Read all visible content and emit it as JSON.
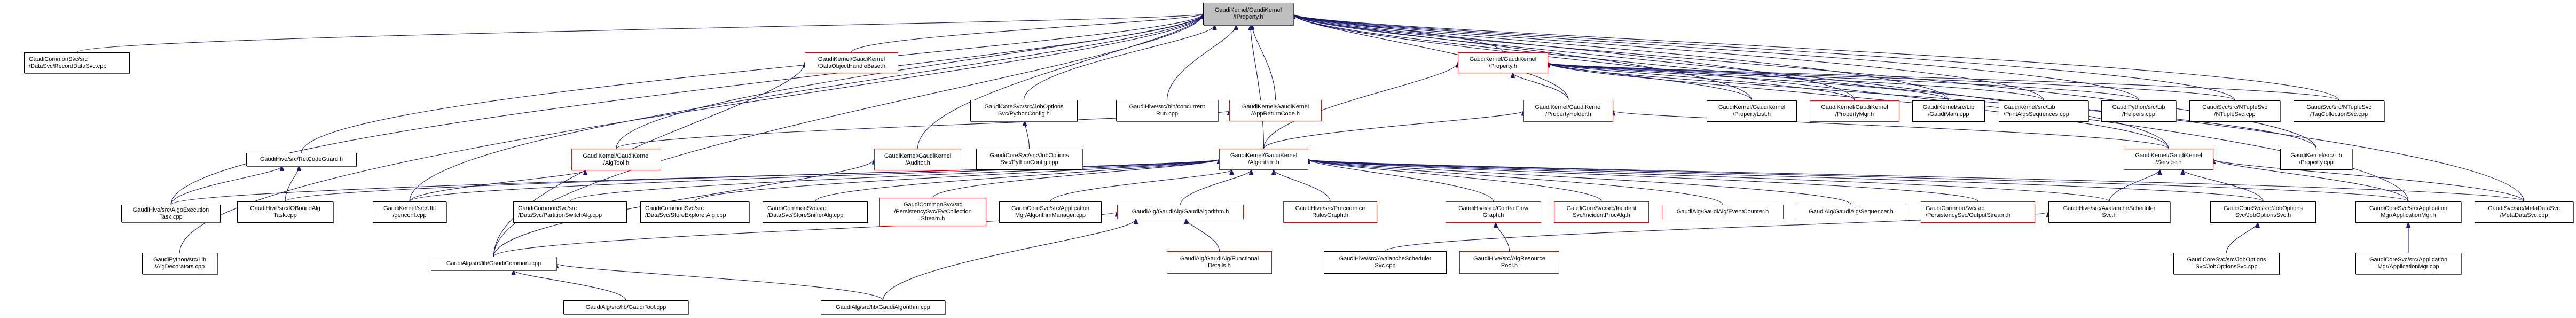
{
  "diagram": {
    "title": "GaudiKernel/GaudiKernel/IProperty.h include dependency graph",
    "edge_color": "#191970",
    "legend": {
      "root_fill": "#bfbfbf",
      "truncated_border": "#ff0000",
      "normal_border": "#000000"
    },
    "nodes": [
      {
        "id": "iproperty_h",
        "label": "GaudiKernel/GaudiKernel\n/IProperty.h",
        "kind": "root"
      },
      {
        "id": "recorddatasvc_cpp",
        "label": "GaudiCommonSvc/src\n/DataSvc/RecordDataSvc.cpp",
        "kind": "normal"
      },
      {
        "id": "dataobjecthandlebase_h",
        "label": "GaudiKernel/GaudiKernel\n/DataObjectHandleBase.h",
        "kind": "red"
      },
      {
        "id": "property_h",
        "label": "GaudiKernel/GaudiKernel\n/Property.h",
        "kind": "red"
      },
      {
        "id": "pythonconfig_h",
        "label": "GaudiCoreSvc/src/JobOptions\nSvc/PythonConfig.h",
        "kind": "normal"
      },
      {
        "id": "concurrentrun_cpp",
        "label": "GaudiHive/src/bin/concurrent\nRun.cpp",
        "kind": "normal"
      },
      {
        "id": "appreturncode_h",
        "label": "GaudiKernel/GaudiKernel\n/AppReturnCode.h",
        "kind": "red"
      },
      {
        "id": "propertyholder_h",
        "label": "GaudiKernel/GaudiKernel\n/PropertyHolder.h",
        "kind": "red"
      },
      {
        "id": "propertylist_h",
        "label": "GaudiKernel/GaudiKernel\n/PropertyList.h",
        "kind": "normal"
      },
      {
        "id": "propertymgr_h",
        "label": "GaudiKernel/GaudiKernel\n/PropertyMgr.h",
        "kind": "red"
      },
      {
        "id": "gaudimain_cpp",
        "label": "GaudiKernel/src/Lib\n/GaudiMain.cpp",
        "kind": "normal"
      },
      {
        "id": "printalgssequences_cpp",
        "label": "GaudiKernel/src/Lib\n/PrintAlgsSequences.cpp",
        "kind": "normal"
      },
      {
        "id": "helpers_cpp",
        "label": "GaudiPython/src/Lib\n/Helpers.cpp",
        "kind": "normal"
      },
      {
        "id": "ntuplesvc_cpp",
        "label": "GaudiSvc/src/NTupleSvc\n/NTupleSvc.cpp",
        "kind": "normal"
      },
      {
        "id": "tagcollectionsvc_cpp",
        "label": "GaudiSvc/src/NTupleSvc\n/TagCollectionSvc.cpp",
        "kind": "normal"
      },
      {
        "id": "retcodeguard_h",
        "label": "GaudiHive/src/RetCodeGuard.h",
        "kind": "normal"
      },
      {
        "id": "algtool_h",
        "label": "GaudiKernel/GaudiKernel\n/AlgTool.h",
        "kind": "red"
      },
      {
        "id": "auditor_h",
        "label": "GaudiKernel/GaudiKernel\n/Auditor.h",
        "kind": "red"
      },
      {
        "id": "pythonconfig_cpp",
        "label": "GaudiCoreSvc/src/JobOptions\nSvc/PythonConfig.cpp",
        "kind": "normal"
      },
      {
        "id": "algorithm_h",
        "label": "GaudiKernel/GaudiKernel\n/Algorithm.h",
        "kind": "red"
      },
      {
        "id": "service_h",
        "label": "GaudiKernel/GaudiKernel\n/Service.h",
        "kind": "red"
      },
      {
        "id": "property_cpp",
        "label": "GaudiKernel/src/Lib\n/Property.cpp",
        "kind": "normal"
      },
      {
        "id": "algoexecutiontask_cpp",
        "label": "GaudiHive/src/AlgoExecution\nTask.cpp",
        "kind": "normal"
      },
      {
        "id": "ioboundalgtask_cpp",
        "label": "GaudiHive/src/IOBoundAlg\nTask.cpp",
        "kind": "normal"
      },
      {
        "id": "genconf_cpp",
        "label": "GaudiKernel/src/Util\n/genconf.cpp",
        "kind": "normal"
      },
      {
        "id": "partitionswitchalg_cpp",
        "label": "GaudiCommonSvc/src\n/DataSvc/PartitionSwitchAlg.cpp",
        "kind": "normal"
      },
      {
        "id": "storeexploreralg_cpp",
        "label": "GaudiCommonSvc/src\n/DataSvc/StoreExplorerAlg.cpp",
        "kind": "normal"
      },
      {
        "id": "storesnifferalg_cpp",
        "label": "GaudiCommonSvc/src\n/DataSvc/StoreSnifferAlg.cpp",
        "kind": "normal"
      },
      {
        "id": "evtcollectionstream_h",
        "label": "GaudiCommonSvc/src\n/PersistencySvc/EvtCollection\nStream.h",
        "kind": "red"
      },
      {
        "id": "algorithmmanager_cpp",
        "label": "GaudiCoreSvc/src/Application\nMgr/AlgorithmManager.cpp",
        "kind": "normal"
      },
      {
        "id": "gaudialgorithm_h",
        "label": "GaudiAlg/GaudiAlg/GaudiAlgorithm.h",
        "kind": "red"
      },
      {
        "id": "precedencerulesgraph_h",
        "label": "GaudiHive/src/Precedence\nRulesGraph.h",
        "kind": "red"
      },
      {
        "id": "controlflowgraph_h",
        "label": "GaudiHive/src/ControlFlow\nGraph.h",
        "kind": "red"
      },
      {
        "id": "incidentprocalg_h",
        "label": "GaudiCoreSvc/src/Incident\nSvc/IncidentProcAlg.h",
        "kind": "red"
      },
      {
        "id": "eventcounter_h",
        "label": "GaudiAlg/GaudiAlg/EventCounter.h",
        "kind": "red"
      },
      {
        "id": "sequencer_h",
        "label": "GaudiAlg/GaudiAlg/Sequencer.h",
        "kind": "red"
      },
      {
        "id": "outputstream_h",
        "label": "GaudiCommonSvc/src\n/PersistencySvc/OutputStream.h",
        "kind": "red"
      },
      {
        "id": "avalanchescheduler_h",
        "label": "GaudiHive/src/AvalancheScheduler\nSvc.h",
        "kind": "normal"
      },
      {
        "id": "joboptionssvc_h",
        "label": "GaudiCoreSvc/src/JobOptions\nSvc/JobOptionsSvc.h",
        "kind": "normal"
      },
      {
        "id": "applicationmgr_h",
        "label": "GaudiCoreSvc/src/Application\nMgr/ApplicationMgr.h",
        "kind": "normal"
      },
      {
        "id": "metadatasvc_cpp",
        "label": "GaudiSvc/src/MetaDataSvc\n/MetaDataSvc.cpp",
        "kind": "normal"
      },
      {
        "id": "algdecorators_cpp",
        "label": "GaudiPython/src/Lib\n/AlgDecorators.cpp",
        "kind": "normal"
      },
      {
        "id": "gaudicommon_icpp",
        "label": "GaudiAlg/src/lib/GaudiCommon.icpp",
        "kind": "normal"
      },
      {
        "id": "functionaldetails_h",
        "label": "GaudiAlg/GaudiAlg/Functional\nDetails.h",
        "kind": "red"
      },
      {
        "id": "avalanchescheduler_cpp",
        "label": "GaudiHive/src/AvalancheScheduler\nSvc.cpp",
        "kind": "normal"
      },
      {
        "id": "algresourcepool_h",
        "label": "GaudiHive/src/AlgResource\nPool.h",
        "kind": "red"
      },
      {
        "id": "joboptionssvc_cpp",
        "label": "GaudiCoreSvc/src/JobOptions\nSvc/JobOptionsSvc.cpp",
        "kind": "normal"
      },
      {
        "id": "applicationmgr_cpp",
        "label": "GaudiCoreSvc/src/Application\nMgr/ApplicationMgr.cpp",
        "kind": "normal"
      },
      {
        "id": "gauditool_cpp",
        "label": "GaudiAlg/src/lib/GaudiTool.cpp",
        "kind": "normal"
      },
      {
        "id": "gaudialgorithm_cpp",
        "label": "GaudiAlg/src/lib/GaudiAlgorithm.cpp",
        "kind": "normal"
      }
    ],
    "edges": [
      [
        "recorddatasvc_cpp",
        "iproperty_h"
      ],
      [
        "dataobjecthandlebase_h",
        "iproperty_h"
      ],
      [
        "property_h",
        "iproperty_h"
      ],
      [
        "pythonconfig_h",
        "iproperty_h"
      ],
      [
        "concurrentrun_cpp",
        "iproperty_h"
      ],
      [
        "appreturncode_h",
        "iproperty_h"
      ],
      [
        "propertyholder_h",
        "iproperty_h"
      ],
      [
        "propertylist_h",
        "iproperty_h"
      ],
      [
        "propertymgr_h",
        "iproperty_h"
      ],
      [
        "gaudimain_cpp",
        "iproperty_h"
      ],
      [
        "printalgssequences_cpp",
        "iproperty_h"
      ],
      [
        "helpers_cpp",
        "iproperty_h"
      ],
      [
        "ntuplesvc_cpp",
        "iproperty_h"
      ],
      [
        "tagcollectionsvc_cpp",
        "iproperty_h"
      ],
      [
        "retcodeguard_h",
        "iproperty_h"
      ],
      [
        "algtool_h",
        "iproperty_h"
      ],
      [
        "auditor_h",
        "iproperty_h"
      ],
      [
        "algorithm_h",
        "iproperty_h"
      ],
      [
        "service_h",
        "iproperty_h"
      ],
      [
        "property_cpp",
        "iproperty_h"
      ],
      [
        "algoexecutiontask_cpp",
        "iproperty_h"
      ],
      [
        "genconf_cpp",
        "iproperty_h"
      ],
      [
        "metadatasvc_cpp",
        "iproperty_h"
      ],
      [
        "applicationmgr_h",
        "iproperty_h"
      ],
      [
        "algdecorators_cpp",
        "iproperty_h"
      ],
      [
        "gaudicommon_icpp",
        "iproperty_h"
      ],
      [
        "propertyholder_h",
        "property_h"
      ],
      [
        "propertylist_h",
        "property_h"
      ],
      [
        "propertymgr_h",
        "property_h"
      ],
      [
        "gaudimain_cpp",
        "property_h"
      ],
      [
        "printalgssequences_cpp",
        "property_h"
      ],
      [
        "helpers_cpp",
        "property_h"
      ],
      [
        "ntuplesvc_cpp",
        "property_h"
      ],
      [
        "tagcollectionsvc_cpp",
        "property_h"
      ],
      [
        "algorithm_h",
        "property_h"
      ],
      [
        "service_h",
        "property_h"
      ],
      [
        "property_cpp",
        "property_h"
      ],
      [
        "pythonconfig_cpp",
        "pythonconfig_h"
      ],
      [
        "algtool_h",
        "appreturncode_h"
      ],
      [
        "algorithm_h",
        "propertyholder_h"
      ],
      [
        "service_h",
        "propertyholder_h"
      ],
      [
        "gaudicommon_icpp",
        "dataobjecthandlebase_h"
      ],
      [
        "algoexecutiontask_cpp",
        "retcodeguard_h"
      ],
      [
        "ioboundalgtask_cpp",
        "retcodeguard_h"
      ],
      [
        "genconf_cpp",
        "algtool_h"
      ],
      [
        "gaudicommon_icpp",
        "auditor_h"
      ],
      [
        "algoexecutiontask_cpp",
        "algorithm_h"
      ],
      [
        "ioboundalgtask_cpp",
        "algorithm_h"
      ],
      [
        "genconf_cpp",
        "algorithm_h"
      ],
      [
        "partitionswitchalg_cpp",
        "algorithm_h"
      ],
      [
        "storeexploreralg_cpp",
        "algorithm_h"
      ],
      [
        "storesnifferalg_cpp",
        "algorithm_h"
      ],
      [
        "evtcollectionstream_h",
        "algorithm_h"
      ],
      [
        "algorithmmanager_cpp",
        "algorithm_h"
      ],
      [
        "gaudialgorithm_h",
        "algorithm_h"
      ],
      [
        "precedencerulesgraph_h",
        "algorithm_h"
      ],
      [
        "controlflowgraph_h",
        "algorithm_h"
      ],
      [
        "incidentprocalg_h",
        "algorithm_h"
      ],
      [
        "eventcounter_h",
        "algorithm_h"
      ],
      [
        "sequencer_h",
        "algorithm_h"
      ],
      [
        "outputstream_h",
        "algorithm_h"
      ],
      [
        "avalanchescheduler_h",
        "algorithm_h"
      ],
      [
        "joboptionssvc_h",
        "algorithm_h"
      ],
      [
        "applicationmgr_h",
        "algorithm_h"
      ],
      [
        "metadatasvc_cpp",
        "algorithm_h"
      ],
      [
        "avalanchescheduler_h",
        "service_h"
      ],
      [
        "joboptionssvc_h",
        "service_h"
      ],
      [
        "applicationmgr_h",
        "service_h"
      ],
      [
        "metadatasvc_cpp",
        "service_h"
      ],
      [
        "gaudicommon_icpp",
        "gaudialgorithm_h"
      ],
      [
        "functionaldetails_h",
        "gaudialgorithm_h"
      ],
      [
        "gaudialgorithm_cpp",
        "gaudialgorithm_h"
      ],
      [
        "algresourcepool_h",
        "controlflowgraph_h"
      ],
      [
        "avalanchescheduler_cpp",
        "avalanchescheduler_h"
      ],
      [
        "joboptionssvc_cpp",
        "joboptionssvc_h"
      ],
      [
        "applicationmgr_cpp",
        "applicationmgr_h"
      ],
      [
        "gauditool_cpp",
        "gaudicommon_icpp"
      ],
      [
        "gaudialgorithm_cpp",
        "gaudicommon_icpp"
      ]
    ]
  }
}
